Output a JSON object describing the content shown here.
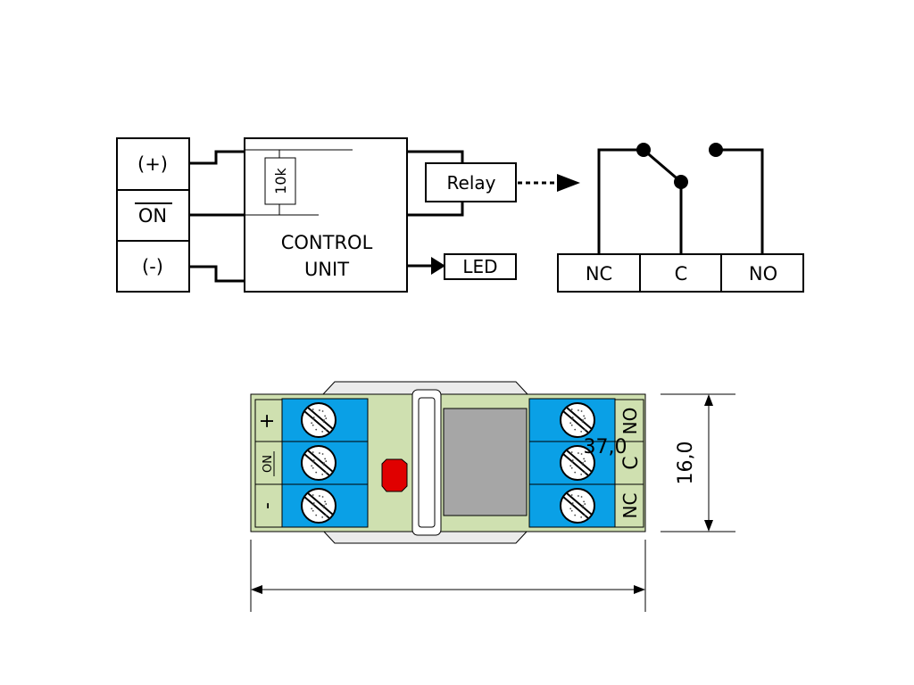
{
  "schematic": {
    "input_terminals": {
      "plus": "(+)",
      "on": "ON",
      "minus": "(-)"
    },
    "resistor_label": "10k",
    "control_unit": {
      "line1": "CONTROL",
      "line2": "UNIT"
    },
    "relay_label": "Relay",
    "led_label": "LED",
    "output_terminals": {
      "nc": "NC",
      "c": "C",
      "no": "NO"
    }
  },
  "device_drawing": {
    "left_terminal_labels": {
      "plus": "+",
      "on": "ON",
      "minus": "-"
    },
    "right_terminal_labels": {
      "no": "NO",
      "c": "C",
      "nc": "NC"
    },
    "dimension_width": "37,0",
    "dimension_height": "16,0"
  },
  "colors": {
    "board": "#cfe0b0",
    "terminal_block": "#0aa0e6",
    "relay_body": "#a6a6a6",
    "led": "#e00000",
    "bracket": "#ebebeb"
  }
}
